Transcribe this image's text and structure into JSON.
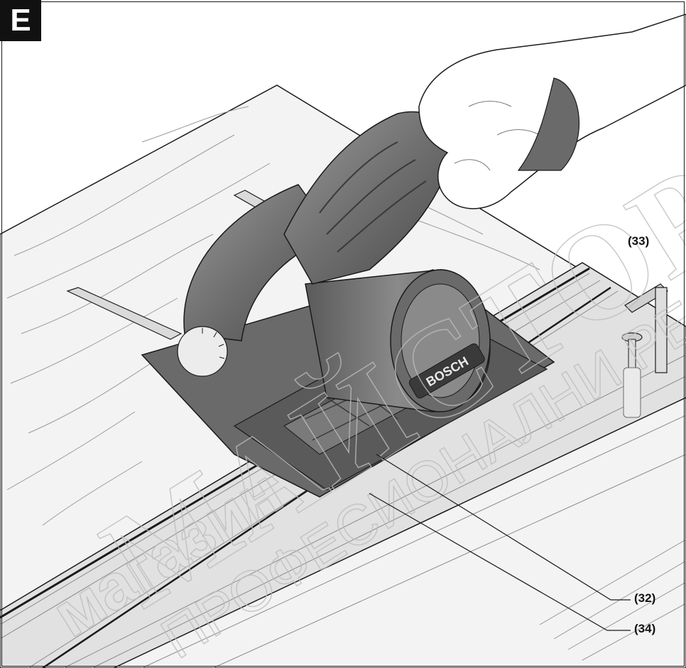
{
  "figure": {
    "letter": "E",
    "callouts": {
      "c33": "(33)",
      "c32": "(32)",
      "c34": "(34)"
    },
    "saw_brand": "BOSCH",
    "watermark_lines": [
      "магазин",
      "МАЙСТОРА",
      "ПРОФЕСИОНАЛНИ РЕШЕНИЯ"
    ],
    "colors": {
      "saw_body": "#6f6f6f",
      "saw_dark": "#4a4a4a",
      "saw_light": "#9a9a9a",
      "rail": "#d4d4d4",
      "wood": "#eeeeee",
      "line": "#1a1a1a"
    }
  }
}
